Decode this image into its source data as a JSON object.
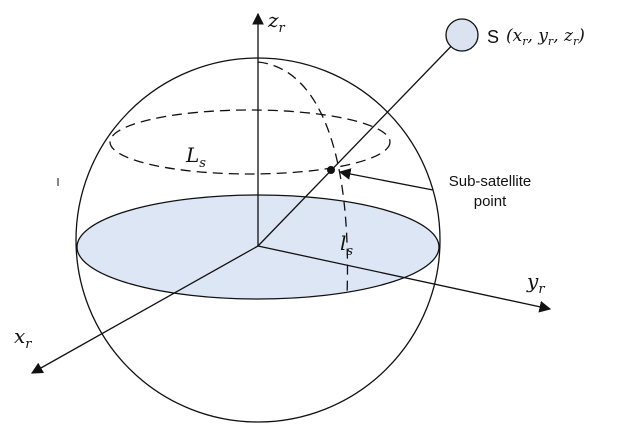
{
  "axes": {
    "z": {
      "letter": "z",
      "sub": "r"
    },
    "y": {
      "letter": "y",
      "sub": "r"
    },
    "x": {
      "letter": "x",
      "sub": "r"
    }
  },
  "satellite": {
    "label": "S",
    "coords": "(xr, yr, zr)",
    "coord_parts": [
      {
        "letter": "x",
        "sub": "r"
      },
      {
        "letter": "y",
        "sub": "r"
      },
      {
        "letter": "z",
        "sub": "r"
      }
    ]
  },
  "longitude_label": {
    "letter": "L",
    "sub": "s"
  },
  "latitude_label": {
    "letter": "l",
    "sub": "s"
  },
  "subsatellite": {
    "line1": "Sub-satellite",
    "line2": "point"
  },
  "colors": {
    "equator_fill": "#dde6f4",
    "satellite_fill": "#dbe3f1",
    "stroke": "#111111"
  }
}
